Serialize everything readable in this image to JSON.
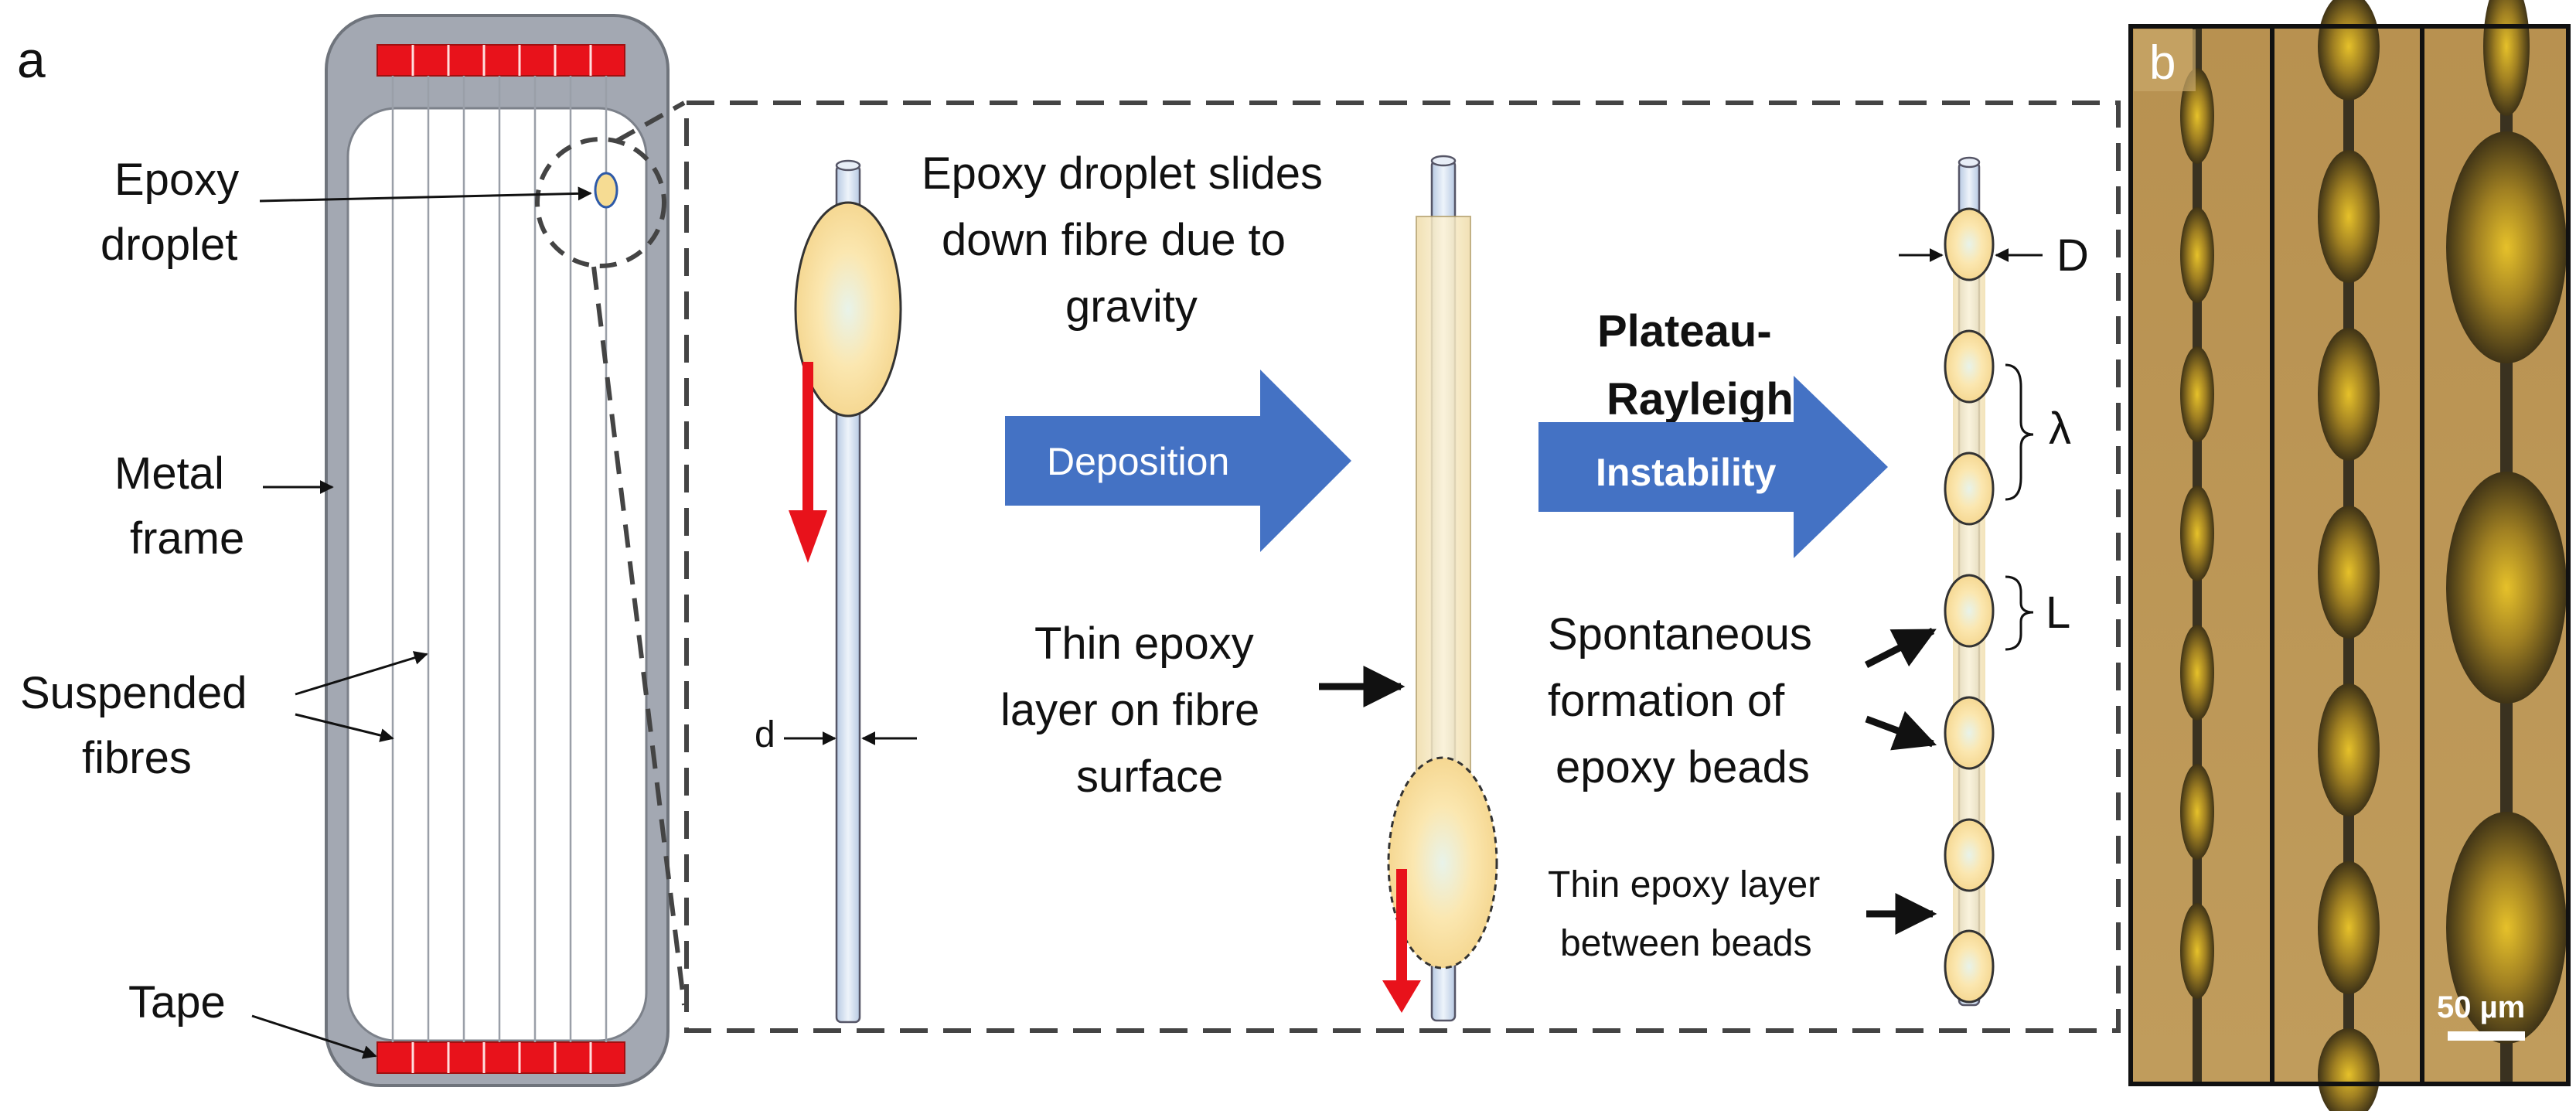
{
  "panel_a": {
    "letter": "a",
    "frame_labels": {
      "epoxy_droplet": [
        "Epoxy",
        "droplet"
      ],
      "metal_frame": [
        "Metal",
        "frame"
      ],
      "suspended_fibres": [
        "Suspended",
        "fibres"
      ],
      "tape": "Tape"
    },
    "process": {
      "slide_text": [
        "Epoxy droplet slides",
        "down fibre due to",
        "gravity"
      ],
      "deposition_label": "Deposition",
      "thin_layer_text": [
        "Thin epoxy",
        "layer on fibre",
        "surface"
      ],
      "d_label": "d",
      "instability_title": [
        "Plateau-",
        "Rayleigh"
      ],
      "instability_label": "Instability",
      "spontaneous_text": [
        "Spontaneous",
        "formation of",
        "epoxy beads"
      ],
      "between_text": [
        "Thin epoxy layer",
        "between beads"
      ],
      "D_label": "D",
      "lambda_label": "λ",
      "L_label": "L"
    }
  },
  "panel_b": {
    "letter": "b",
    "scale_bar": "50 µm"
  },
  "colors": {
    "frame_gray": "#9aa0ab",
    "tape_red": "#e8121b",
    "arrow_blue": "#4472c4",
    "gravity_red": "#e8121b",
    "droplet_fill": "#f6dc93",
    "fibre_fill": "#d6e3f3",
    "micro_bg": "#b58a4a"
  }
}
